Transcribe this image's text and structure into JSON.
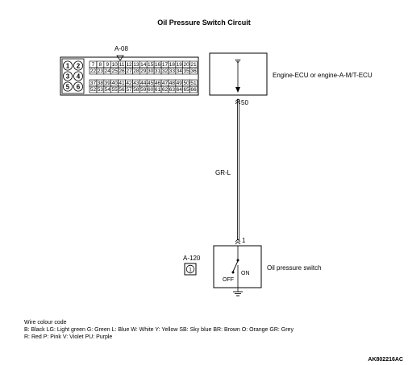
{
  "title": "Oil Pressure Switch Circuit",
  "connector_a08": {
    "label": "A-08",
    "large_pins": [
      "1",
      "2",
      "3",
      "4",
      "5",
      "6"
    ],
    "row1": [
      "7",
      "8",
      "9",
      "10",
      "11",
      "12",
      "13",
      "14",
      "15",
      "16",
      "17",
      "18",
      "19",
      "20",
      "21"
    ],
    "row2": [
      "22",
      "23",
      "24",
      "25",
      "26",
      "27",
      "28",
      "29",
      "30",
      "31",
      "32",
      "33",
      "34",
      "35",
      "36"
    ],
    "row3": [
      "37",
      "38",
      "39",
      "40",
      "41",
      "42",
      "43",
      "44",
      "45",
      "46",
      "47",
      "48",
      "49",
      "50",
      "51"
    ],
    "row4": [
      "52",
      "53",
      "54",
      "55",
      "56",
      "57",
      "58",
      "59",
      "60",
      "61",
      "62",
      "63",
      "64",
      "65",
      "66"
    ]
  },
  "ecu": {
    "label": "Engine-ECU or engine-A-M/T-ECU",
    "pin": "50"
  },
  "wire": {
    "color_code": "GR-L"
  },
  "switch": {
    "pin": "1",
    "label": "Oil pressure switch",
    "on_label": "ON",
    "off_label": "OFF"
  },
  "connector_a120": {
    "label": "A-120",
    "pin": "1"
  },
  "legend": {
    "heading": "Wire colour code",
    "line1": "B: Black  LG: Light green  G: Green  L: Blue  W: White  Y: Yellow  SB: Sky blue  BR: Brown  O: Orange  GR: Grey",
    "line2": "R: Red  P: Pink  V: Violet  PU: Purple"
  },
  "figure_code": "AK802216AC"
}
